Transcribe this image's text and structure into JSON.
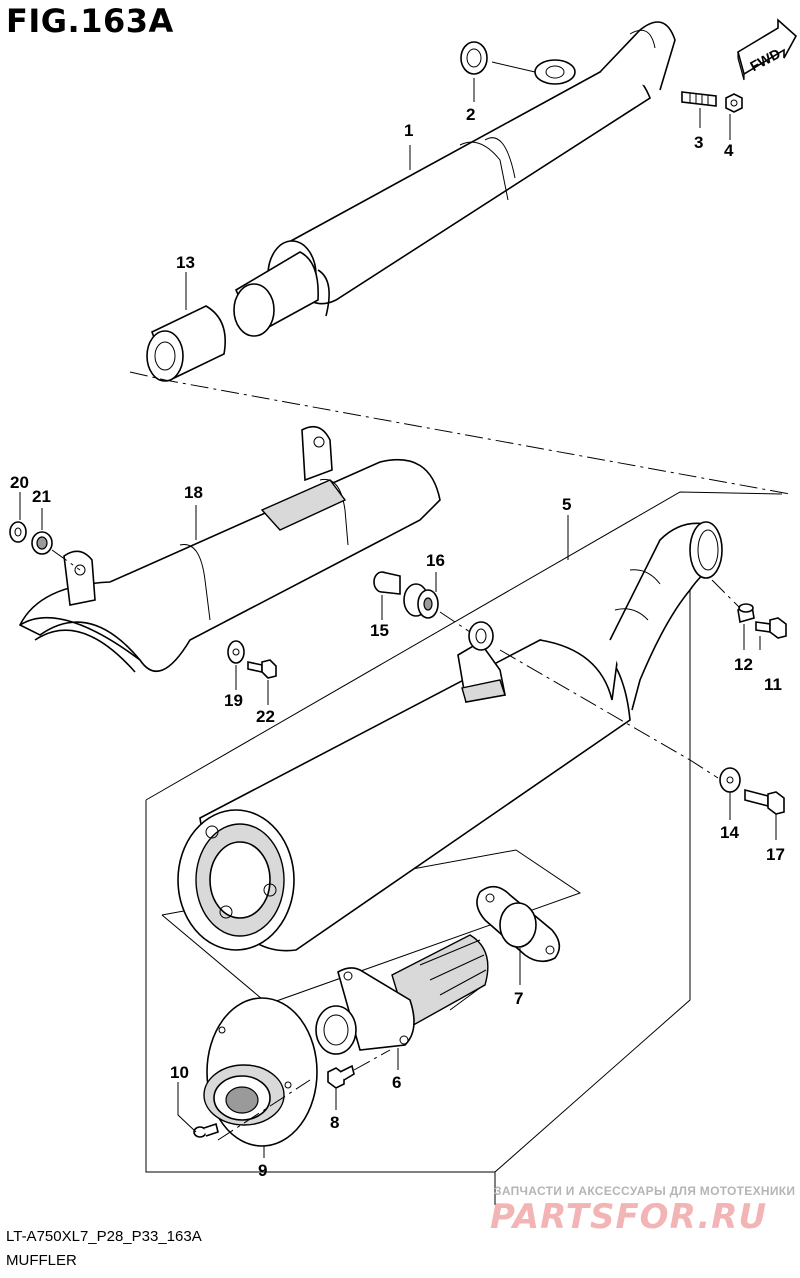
{
  "figure": {
    "title": "FIG.163A",
    "fwd_label": "FWD",
    "code": "LT-A750XL7_P28_P33_163A",
    "caption": "MUFFLER"
  },
  "callouts": [
    {
      "id": "1",
      "label": "1"
    },
    {
      "id": "2",
      "label": "2"
    },
    {
      "id": "3",
      "label": "3"
    },
    {
      "id": "4",
      "label": "4"
    },
    {
      "id": "5",
      "label": "5"
    },
    {
      "id": "6",
      "label": "6"
    },
    {
      "id": "7",
      "label": "7"
    },
    {
      "id": "8",
      "label": "8"
    },
    {
      "id": "9",
      "label": "9"
    },
    {
      "id": "10",
      "label": "10"
    },
    {
      "id": "11",
      "label": "11"
    },
    {
      "id": "12",
      "label": "12"
    },
    {
      "id": "13",
      "label": "13"
    },
    {
      "id": "14",
      "label": "14"
    },
    {
      "id": "15",
      "label": "15"
    },
    {
      "id": "16",
      "label": "16"
    },
    {
      "id": "17",
      "label": "17"
    },
    {
      "id": "18",
      "label": "18"
    },
    {
      "id": "19",
      "label": "19"
    },
    {
      "id": "20",
      "label": "20"
    },
    {
      "id": "21",
      "label": "21"
    },
    {
      "id": "22",
      "label": "22"
    }
  ],
  "watermark": {
    "tagline": "ЗАПЧАСТИ И АКСЕССУАРЫ ДЛЯ МОТОТЕХНИКИ",
    "brand": "PARTSFOR.RU"
  }
}
